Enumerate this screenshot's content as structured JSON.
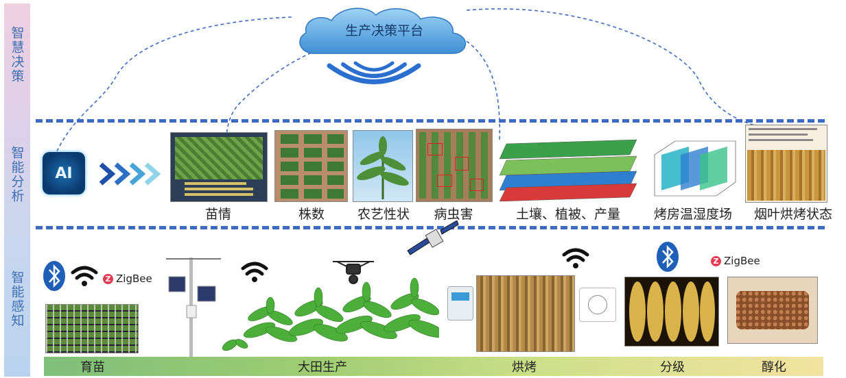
{
  "layers": {
    "decision": "智慧决策",
    "analysis": "智能分析",
    "perception": "智能感知"
  },
  "cloud": {
    "label": "生产决策平台"
  },
  "analysis_items": {
    "ai": "AI",
    "seedling": "苗情",
    "plant_count": "株数",
    "agronomic": "农艺性状",
    "pest": "病虫害",
    "soil": "土壤、植被、产量",
    "barn_field": "烤房温湿度场",
    "leaf_state": "烟叶烘烤状态"
  },
  "perception": {
    "zigbee_1": "ZigBee",
    "zigbee_2": "ZigBee"
  },
  "stages": {
    "seedling": "育苗",
    "field": "大田生产",
    "curing": "烘烤",
    "grading": "分级",
    "aging": "醇化"
  },
  "colors": {
    "accent_blue": "#3d6bc4",
    "cloud": "#5aa7e0",
    "leaf_green": "#4caf3a",
    "tobacco": "#c89a3c"
  }
}
